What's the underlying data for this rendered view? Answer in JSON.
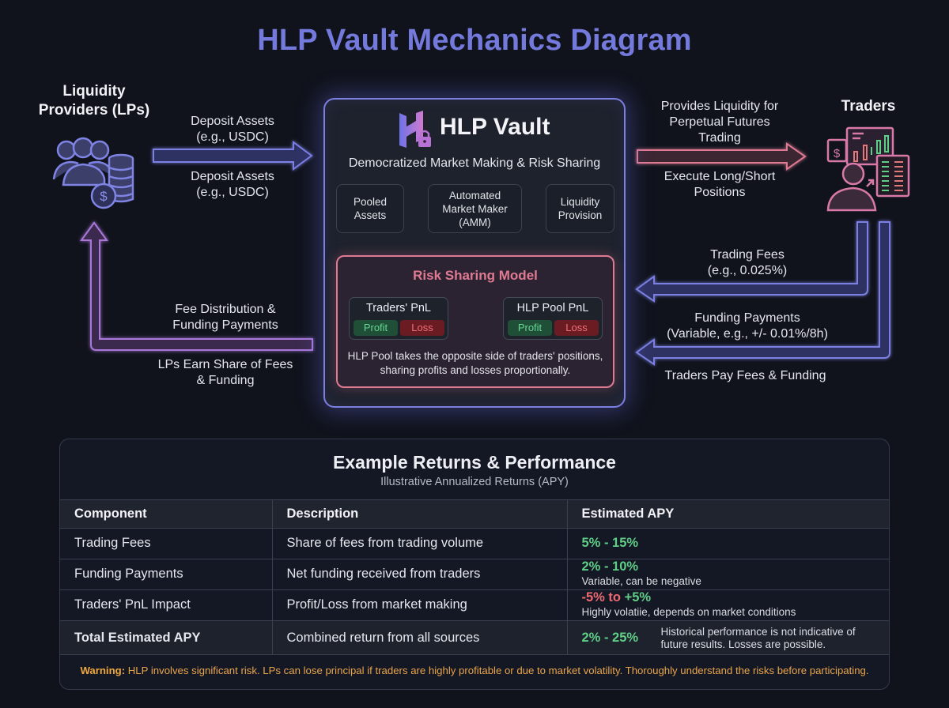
{
  "title": "HLP Vault Mechanics Diagram",
  "colors": {
    "accent": "#7479dc",
    "lp_flow": "#9a6fd0",
    "trader_flow": "#e07a93",
    "profit": "#5fcf88",
    "loss": "#ee6a72",
    "warning": "#e9a54b"
  },
  "actors": {
    "lps": {
      "title_line1": "Liquidity",
      "title_line2": "Providers (LPs)",
      "icon": "users-coins-icon"
    },
    "traders": {
      "title": "Traders",
      "icon": "trader-chart-icon"
    }
  },
  "flows": {
    "deposit_top": [
      "Deposit Assets",
      "(e.g., USDC)"
    ],
    "deposit_bottom": [
      "Deposit Assets",
      "(e.g., USDC)"
    ],
    "liquidity_top": [
      "Provides Liquidity for",
      "Perpetual Futures",
      "Trading"
    ],
    "liquidity_bottom": [
      "Execute Long/Short",
      "Positions"
    ],
    "trading_fees": [
      "Trading Fees",
      "(e.g., 0.025%)"
    ],
    "funding_payments": [
      "Funding Payments",
      "(Variable, e.g., +/- 0.01%/8h)"
    ],
    "traders_pay": "Traders Pay Fees & Funding",
    "fee_distribution": [
      "Fee Distribution &",
      "Funding Payments"
    ],
    "lps_earn": [
      "LPs Earn Share of Fees",
      "& Funding"
    ]
  },
  "vault": {
    "title": "HLP Vault",
    "logo_icon": "hlp-lock-logo-icon",
    "subtitle": "Democratized Market Making & Risk Sharing",
    "steps": [
      [
        "Pooled",
        "Assets"
      ],
      [
        "Automated",
        "Market Maker",
        "(AMM)"
      ],
      [
        "Liquidity",
        "Provision"
      ]
    ],
    "risk_model": {
      "title": "Risk Sharing Model",
      "traders_pnl": {
        "title": "Traders' PnL",
        "profit": "Profit",
        "loss": "Loss"
      },
      "hlp_pnl": {
        "title": "HLP Pool PnL",
        "profit": "Profit",
        "loss": "Loss"
      },
      "note": [
        "HLP Pool takes the opposite side of traders' positions,",
        "sharing profits and losses proportionally."
      ]
    }
  },
  "returns": {
    "title": "Example Returns & Performance",
    "subtitle": "Illustrative Annualized Returns (APY)",
    "columns": [
      "Component",
      "Description",
      "Estimated APY"
    ],
    "rows": [
      {
        "component": "Trading Fees",
        "description": "Share of fees from trading volume",
        "apy_low": "5%",
        "apy_sep": " - ",
        "apy_high": "15%",
        "low_sign": "pos",
        "high_sign": "pos",
        "note": ""
      },
      {
        "component": "Funding Payments",
        "description": "Net funding received from traders",
        "apy_low": "2%",
        "apy_sep": " - ",
        "apy_high": "10%",
        "low_sign": "pos",
        "high_sign": "pos",
        "note": "Variable, can be negative"
      },
      {
        "component": "Traders' PnL Impact",
        "description": "Profit/Loss from market making",
        "apy_low": "-5% to",
        "apy_sep": " ",
        "apy_high": "+5%",
        "low_sign": "neg",
        "high_sign": "pos",
        "note": "Highly volatiie, depends on market conditions"
      },
      {
        "component": "Total Estimated APY",
        "description": "Combined return from all sources",
        "apy_low": "2%",
        "apy_sep": " - ",
        "apy_high": "25%",
        "low_sign": "pos",
        "high_sign": "pos",
        "note": "Historical performance is not indicative of future results. Losses are possible."
      }
    ],
    "warning_label": "Warning:",
    "warning_text": " HLP involves significant risk. LPs can lose principal if traders are highly profitable or due to market volatility. Thoroughly understand the risks before participating."
  }
}
